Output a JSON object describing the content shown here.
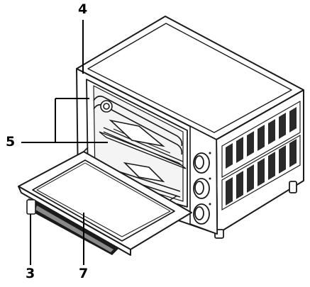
{
  "diagram": {
    "callouts": [
      {
        "id": "4",
        "label": "4"
      },
      {
        "id": "5",
        "label": "5"
      },
      {
        "id": "3",
        "label": "3"
      },
      {
        "id": "7",
        "label": "7"
      }
    ],
    "colors": {
      "line": "#1a1a1a",
      "fill": "#ffffff",
      "shade": "#8a8a8a",
      "dark": "#2a2a2a"
    }
  }
}
